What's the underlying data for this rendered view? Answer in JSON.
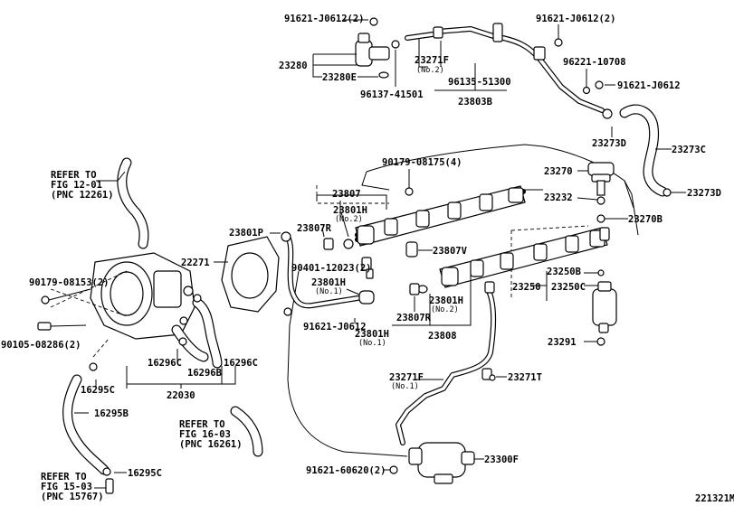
{
  "labels": {
    "l01": "91621-J0612(2)",
    "l02": "23280",
    "l03": "23280E",
    "l04": "96137-41501",
    "l05": "23271F",
    "l06": "(No.2)",
    "l07": "96135-51300",
    "l08": "23803B",
    "l09": "91621-J0612(2)",
    "l10": "96221-10708",
    "l11": "91621-J0612",
    "l12": "23273D",
    "l13": "23273C",
    "l14": "23273D",
    "l15": "REFER TO",
    "l16": "FIG 12-01",
    "l17": "(PNC 12261)",
    "l18": "90179-08175(4)",
    "l19": "23807",
    "l20": "23801H",
    "l21": "(No.2)",
    "l22": "23807R",
    "l23": "23801P",
    "l24": "23807V",
    "l25": "23270",
    "l26": "23232",
    "l27": "23270B",
    "l28": "22271",
    "l29": "90401-12023(2)",
    "l30": "23801H",
    "l31": "(No.1)",
    "l32": "23250B",
    "l33": "23250",
    "l34": "23250C",
    "l35": "90179-08153(2)",
    "l36": "91621-J0612",
    "l37": "23801H",
    "l38": "(No.2)",
    "l39": "23807R",
    "l40": "23808",
    "l41": "23801H",
    "l42": "(No.1)",
    "l43": "23291",
    "l44": "90105-08286(2)",
    "l45": "16296C",
    "l46": "16296B",
    "l47": "16296C",
    "l48": "16295C",
    "l49": "22030",
    "l50": "23271F",
    "l51": "(No.1)",
    "l52": "23271T",
    "l53": "16295B",
    "l54": "REFER TO",
    "l55": "FIG 16-03",
    "l56": "(PNC 16261)",
    "l57": "91621-60620(2)",
    "l58": "23300F",
    "l59": "REFER TO",
    "l60": "FIG 15-03",
    "l61": "(PNC 15767)",
    "l62": "16295C",
    "l63": "221321M"
  }
}
